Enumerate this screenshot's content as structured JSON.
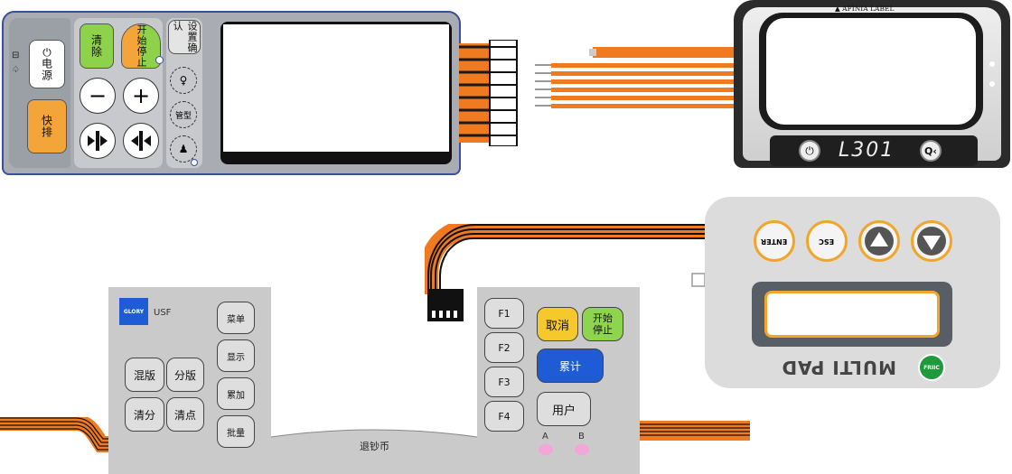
{
  "panel1": {
    "power_key": {
      "label": "电源"
    },
    "clear_key": {
      "label": "清除"
    },
    "start_stop_key": {
      "label": "开始停止"
    },
    "settings_key": {
      "label": "设置确认"
    },
    "minus_key": {
      "symbol": "−"
    },
    "plus_key": {
      "symbol": "+"
    },
    "fast_key": {
      "label": "快排"
    },
    "side_icon_1": {
      "label": "管型"
    },
    "colors": {
      "frame": "#3a4f9c",
      "body": "#a9adb3",
      "green": "#8ed14a",
      "orange": "#f3a53a"
    }
  },
  "panel2": {
    "brand": "AFINIA LABEL",
    "model": "L301",
    "colors": {
      "bezel": "#2b2b2b",
      "cable": "#ef7a1f"
    }
  },
  "panel3": {
    "keys": [
      "ENTER",
      "ESC"
    ],
    "logo": "MULTI PAD",
    "badge": "FRIIC",
    "colors": {
      "body": "#dcdcdc",
      "ring": "#f2a52b",
      "display": "#585e66"
    }
  },
  "panel4": {
    "brand_logo": "GLORY",
    "brand_model": "USF",
    "menu_keys": [
      "菜单",
      "显示",
      "累加",
      "批量"
    ],
    "mode_keys": [
      "混版",
      "分版",
      "清分",
      "清点"
    ],
    "fn_keys": [
      "F1",
      "F2",
      "F3",
      "F4"
    ],
    "cancel_key": "取消",
    "start_stop_key": "开始停止",
    "total_key": "累计",
    "user_key": "用户",
    "led_a": "A",
    "led_b": "B",
    "return_label": "退钞币",
    "colors": {
      "body": "#cacaca",
      "yellow": "#f5c92b",
      "green": "#8fd44f",
      "blue": "#1e5bd4",
      "led": "#f4a6d8"
    }
  }
}
